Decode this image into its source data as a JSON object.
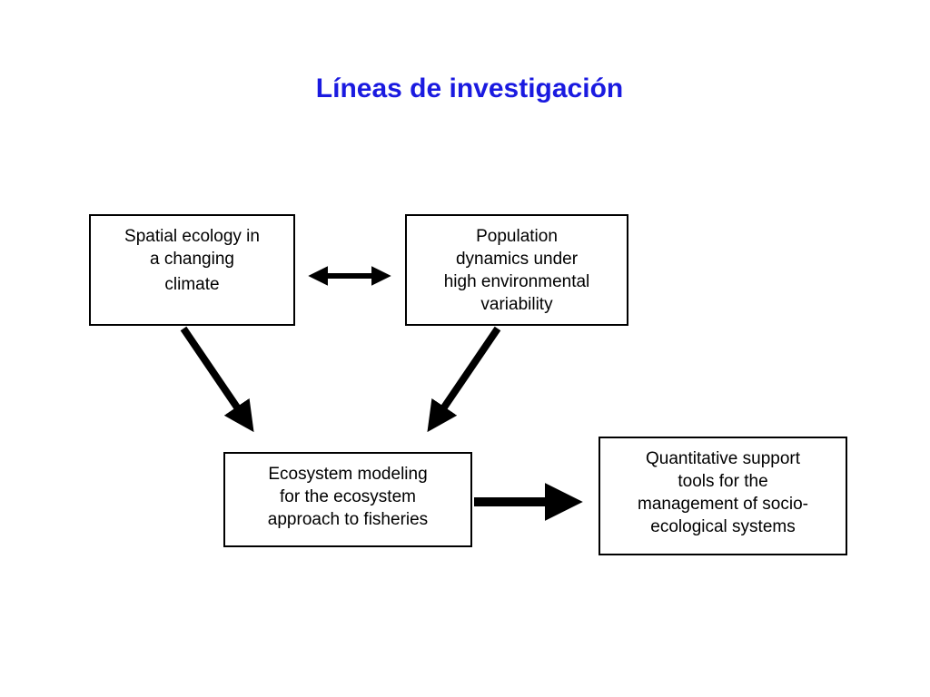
{
  "slide": {
    "title": "Líneas de investigación",
    "title_color": "#1a1ae0"
  },
  "diagram": {
    "nodes": {
      "spatial": {
        "lines": [
          "Spatial ecology in",
          "a changing",
          "climate"
        ]
      },
      "population": {
        "lines": [
          "Population",
          "dynamics under",
          "high environmental",
          "variability"
        ]
      },
      "ecosystem": {
        "lines": [
          "Ecosystem modeling",
          "for the ecosystem",
          "approach to fisheries"
        ]
      },
      "quantitative": {
        "lines": [
          "Quantitative support",
          "tools for the",
          "management of socio-",
          "ecological systems"
        ]
      }
    },
    "edges": [
      {
        "from": "spatial",
        "to": "population",
        "style": "bidirectional"
      },
      {
        "from": "spatial",
        "to": "ecosystem",
        "style": "directed"
      },
      {
        "from": "population",
        "to": "ecosystem",
        "style": "directed"
      },
      {
        "from": "ecosystem",
        "to": "quantitative",
        "style": "directed"
      }
    ],
    "arrow_color": "#000000"
  }
}
